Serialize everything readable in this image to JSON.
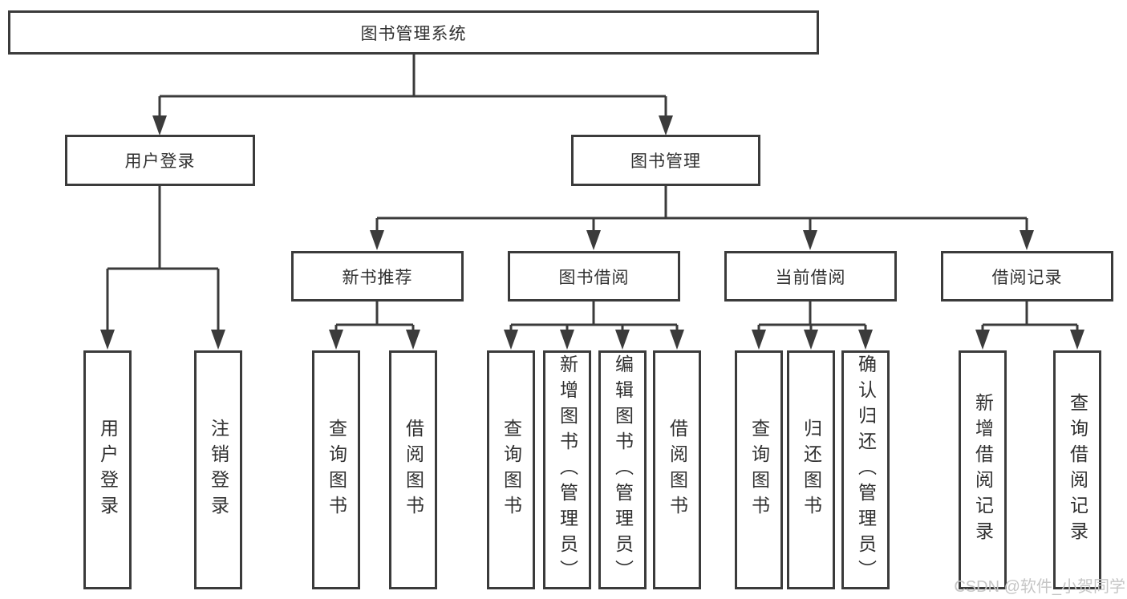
{
  "colors": {
    "background": "#ffffff",
    "line": "#3b3b3b",
    "box_border": "#3b3b3b",
    "text": "#303030",
    "watermark_text": "#c6c6c6"
  },
  "tree": {
    "root": {
      "label": "图书管理系统"
    },
    "level2": [
      {
        "label": "用户登录",
        "children": [
          {
            "label": "用户登录"
          },
          {
            "label": "注销登录"
          }
        ]
      },
      {
        "label": "图书管理",
        "children": [
          {
            "label": "新书推荐",
            "children": [
              {
                "label": "查询图书"
              },
              {
                "label": "借阅图书"
              }
            ]
          },
          {
            "label": "图书借阅",
            "children": [
              {
                "label": "查询图书"
              },
              {
                "label": "新增图书（管理员）"
              },
              {
                "label": "编辑图书（管理员）"
              },
              {
                "label": "借阅图书"
              }
            ]
          },
          {
            "label": "当前借阅",
            "children": [
              {
                "label": "查询图书"
              },
              {
                "label": "归还图书"
              },
              {
                "label": "确认归还（管理员）"
              }
            ]
          },
          {
            "label": "借阅记录",
            "children": [
              {
                "label": "新增借阅记录"
              },
              {
                "label": "查询借阅记录"
              }
            ]
          }
        ]
      }
    ]
  },
  "watermark": {
    "text": "CSDN @软件_小贺同学"
  }
}
